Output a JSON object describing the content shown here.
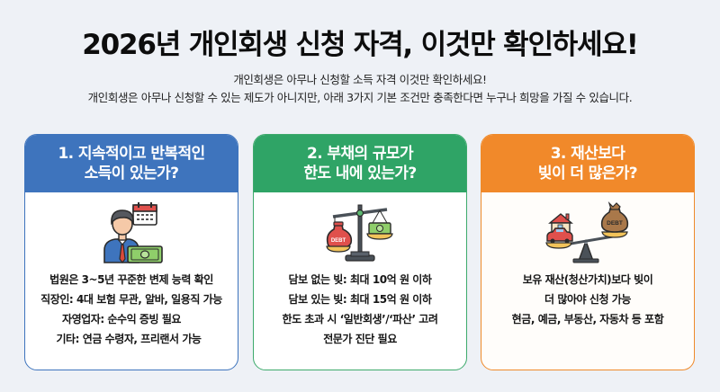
{
  "title": "2026년 개인회생 신청 자격, 이것만 확인하세요!",
  "subtitle": {
    "line1": "개인회생은 아무나 신청할 소득 자격  이것만 확인하세요!",
    "line2": "개인회생은 아무나 신청할 수 있는 제도가 아니지만, 아래 3가지 기본 조건만 충족한다면 누구나 희망을 가질 수 있습니다."
  },
  "colors": {
    "background": "#eef1f6",
    "card1_accent": "#3e74bd",
    "card2_accent": "#2fa466",
    "card3_accent": "#f1892a"
  },
  "cards": [
    {
      "header_line1": "1. 지속적이고 반복적인",
      "header_line2": "소득이 있는가?",
      "icon": "worker-calendar-money-icon",
      "lines": [
        "법원은 3~5년 꾸준한 변제 능력 확인",
        "직장인: 4대 보험 무관, 알바, 일용직 가능",
        "자영업자: 순수익 증빙 필요",
        "기타: 연금 수령자, 프리랜서 가능"
      ]
    },
    {
      "header_line1": "2. 부채의 규모가",
      "header_line2": "한도 내에 있는가?",
      "icon": "debt-money-balance-scale-icon",
      "icon_label": "DEBT",
      "lines": [
        "담보 없는 빚: 최대 10억 원 이하",
        "담보 있는 빚: 최대 15억 원 이하",
        "한도 초과 시 ‘일반회생’/‘파산’ 고려",
        "전문가 진단 필요"
      ]
    },
    {
      "header_line1": "3. 재산보다",
      "header_line2": "빚이 더 많은가?",
      "icon": "assets-vs-debt-seesaw-icon",
      "icon_label": "DEBT",
      "lines": [
        "보유 재산(청산가치)보다 빚이",
        "더 많아야 신청 가능",
        "현금, 예금, 부동산, 자동차 등 포함"
      ]
    }
  ]
}
